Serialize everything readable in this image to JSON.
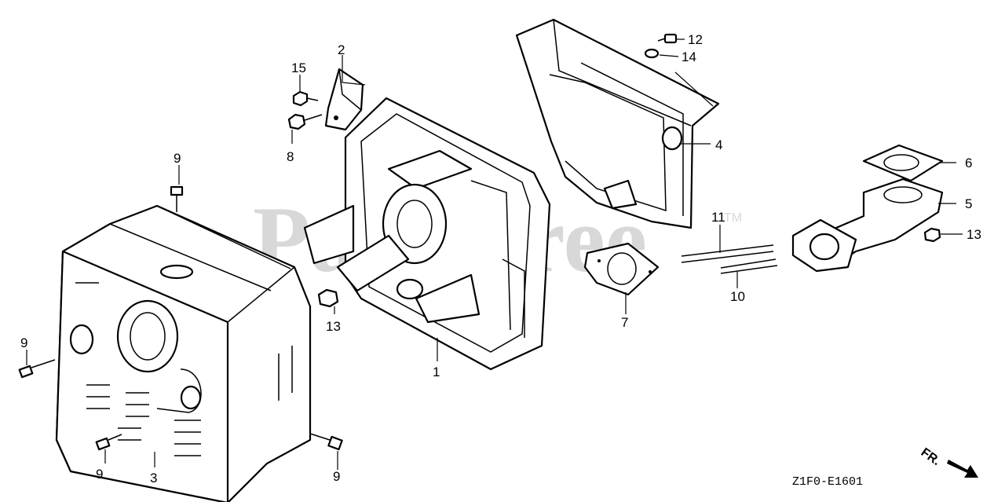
{
  "watermark": {
    "text": "PartsTree",
    "trademark": "TM"
  },
  "diagram_code": "Z1F0-E1601",
  "direction_marker": {
    "label": "FR.",
    "icon": "arrow-icon"
  },
  "callouts": {
    "c1": "1",
    "c2": "2",
    "c3": "3",
    "c4": "4",
    "c5": "5",
    "c6": "6",
    "c7": "7",
    "c8": "8",
    "c9a": "9",
    "c9b": "9",
    "c9c": "9",
    "c9d": "9",
    "c10": "10",
    "c11": "11",
    "c12": "12",
    "c13a": "13",
    "c13b": "13",
    "c14": "14",
    "c15": "15"
  },
  "colors": {
    "line": "#000000",
    "background": "#ffffff",
    "watermark": "#d8d8d8"
  }
}
